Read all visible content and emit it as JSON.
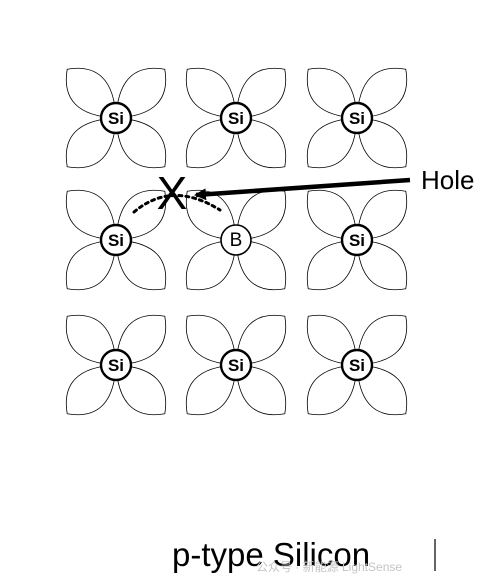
{
  "atoms": [
    {
      "id": "r1c1",
      "label": "Si",
      "kind": "silicon"
    },
    {
      "id": "r1c2",
      "label": "Si",
      "kind": "silicon"
    },
    {
      "id": "r1c3",
      "label": "Si",
      "kind": "silicon"
    },
    {
      "id": "r2c1",
      "label": "Si",
      "kind": "silicon"
    },
    {
      "id": "r2c2",
      "label": "B",
      "kind": "boron"
    },
    {
      "id": "r2c3",
      "label": "Si",
      "kind": "silicon"
    },
    {
      "id": "r3c1",
      "label": "Si",
      "kind": "silicon"
    },
    {
      "id": "r3c2",
      "label": "Si",
      "kind": "silicon"
    },
    {
      "id": "r3c3",
      "label": "Si",
      "kind": "silicon"
    }
  ],
  "hole": {
    "marker": "X",
    "label": "Hole"
  },
  "caption": "p-type Silicon",
  "watermark": "公众号 · 新能源 LightSense",
  "colors": {
    "ink": "#000000",
    "background": "#ffffff",
    "watermark": "#c4c4c4"
  }
}
